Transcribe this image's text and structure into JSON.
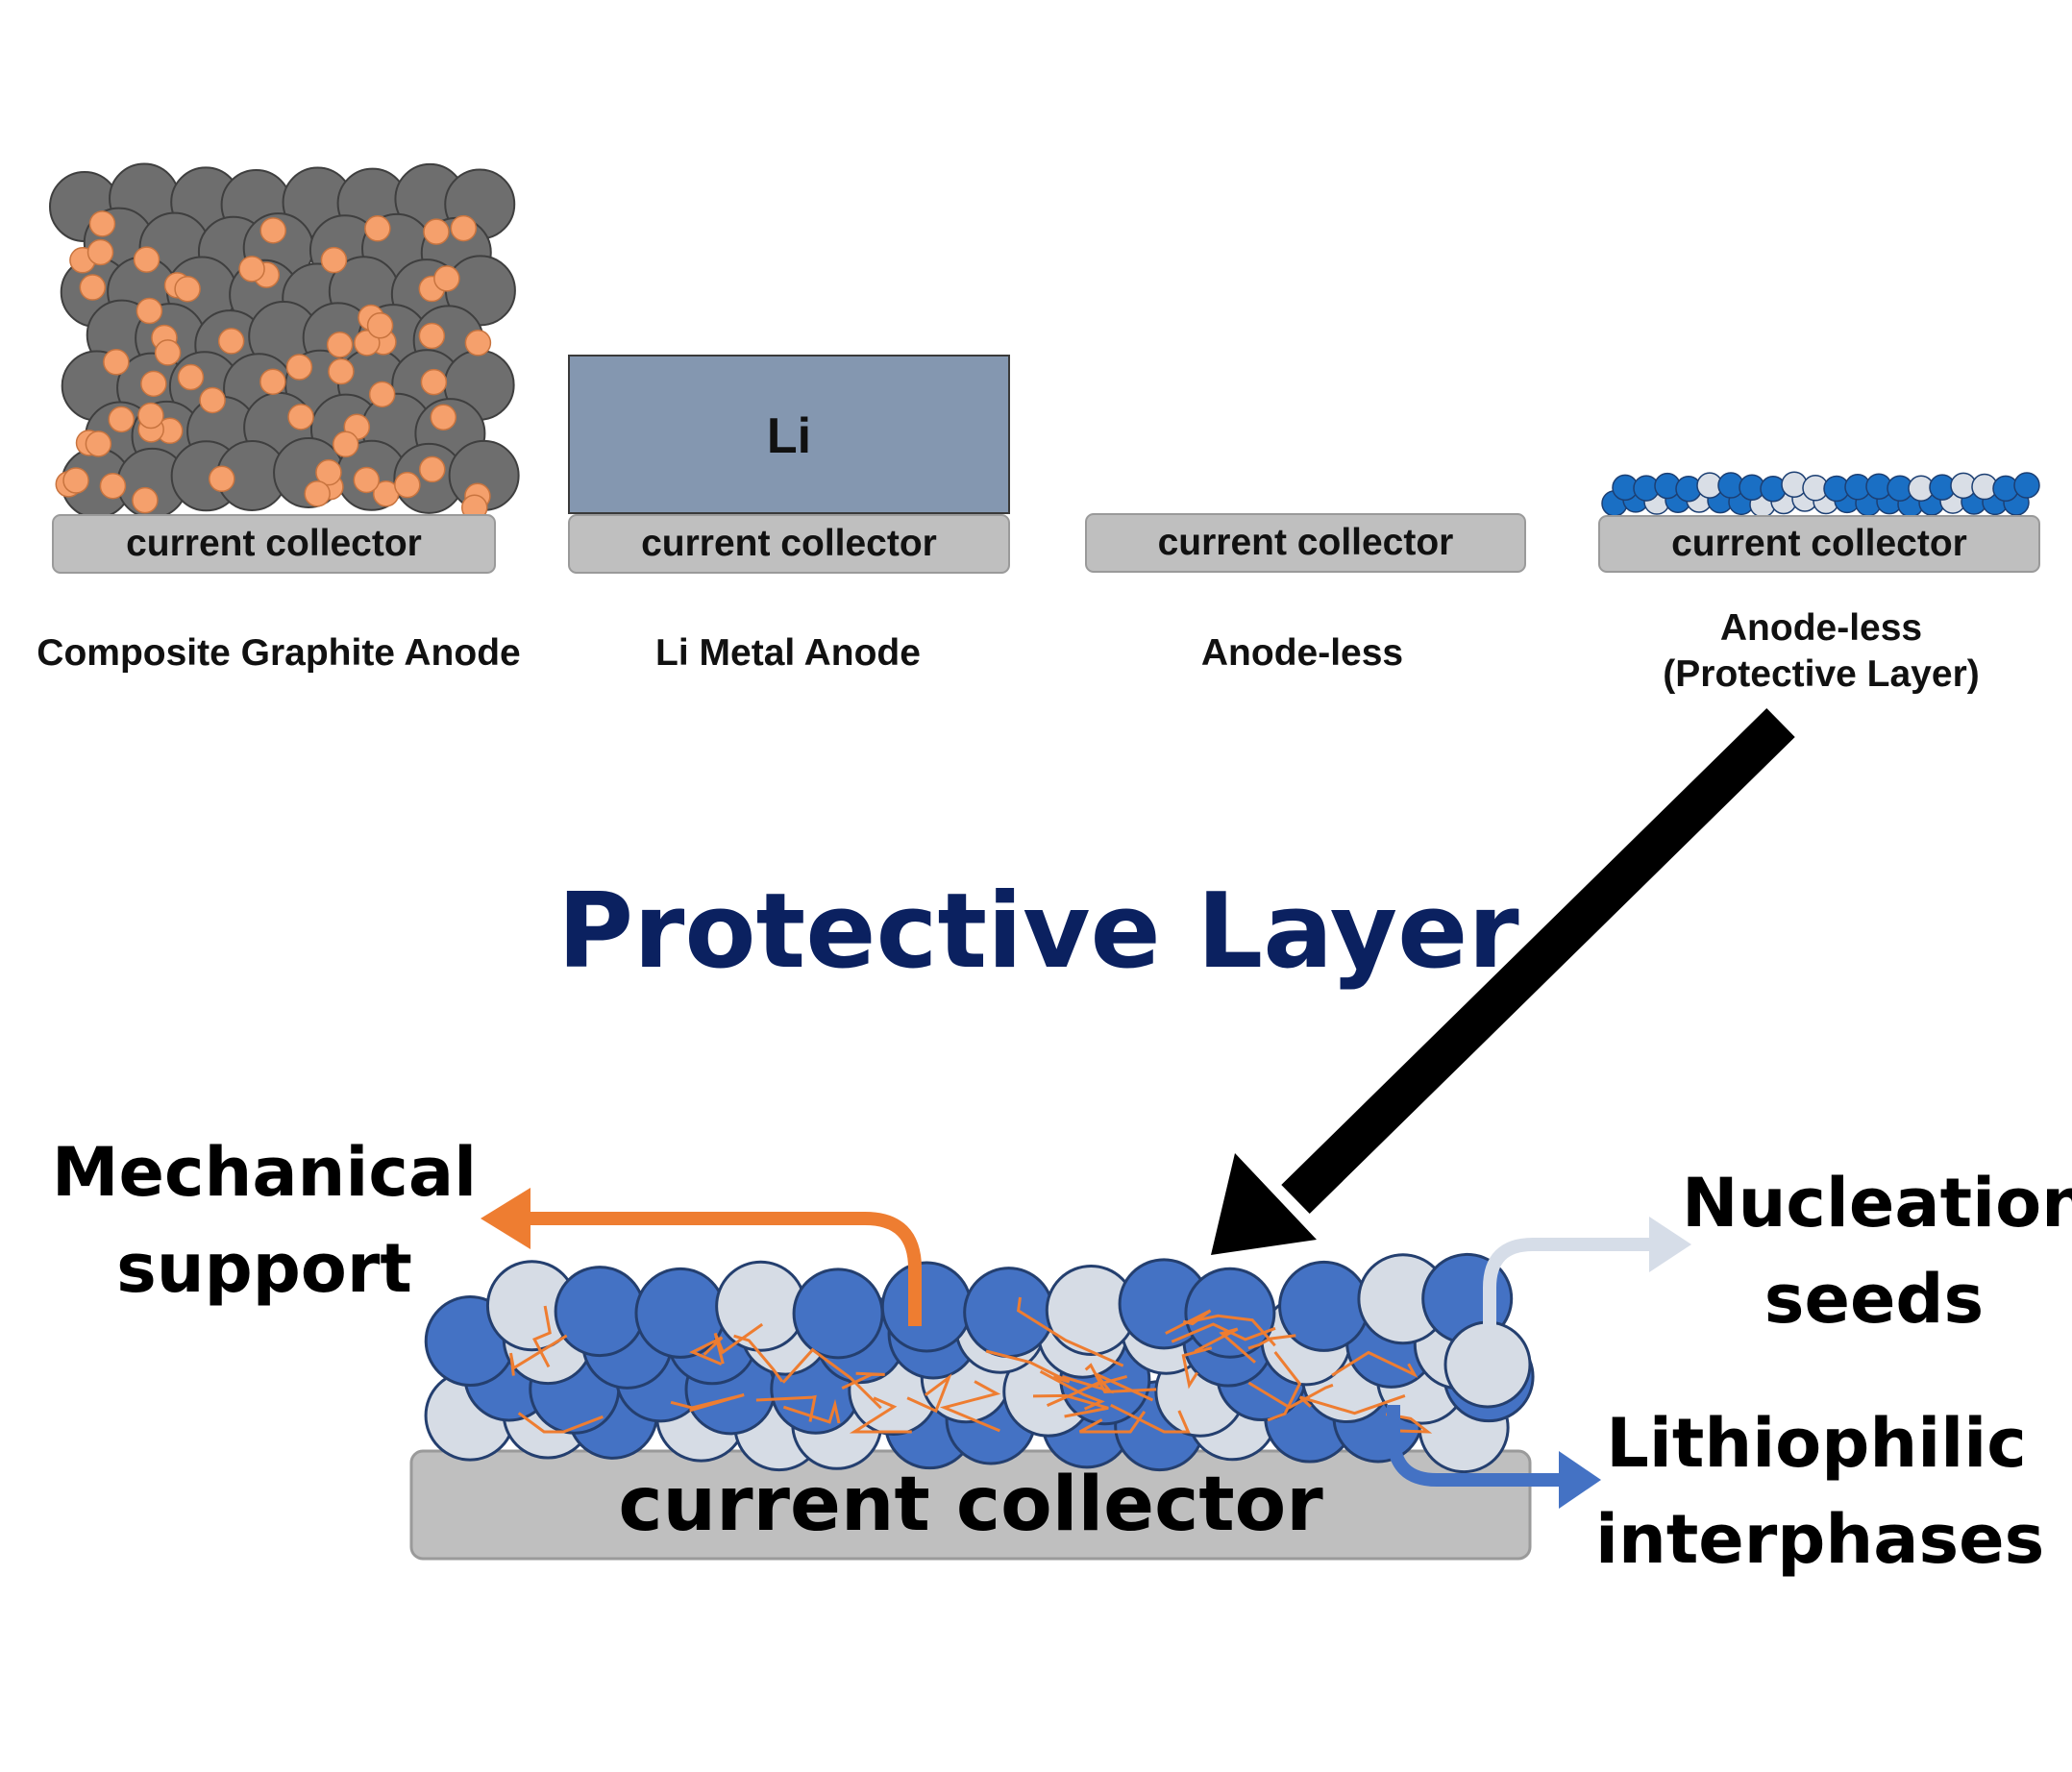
{
  "top_panels": [
    {
      "id": "graphite",
      "collector_label": "current collector",
      "caption_lines": [
        "Composite Graphite Anode"
      ]
    },
    {
      "id": "li-metal",
      "collector_label": "current collector",
      "caption_lines": [
        "Li Metal Anode"
      ],
      "block_label": "Li"
    },
    {
      "id": "anode-less",
      "collector_label": "current collector",
      "caption_lines": [
        "Anode-less"
      ]
    },
    {
      "id": "anode-less-protective",
      "collector_label": "current collector",
      "caption_lines": [
        "Anode-less",
        "(Protective Layer)"
      ]
    }
  ],
  "title": "Protective Layer",
  "bottom": {
    "collector_label": "current collector",
    "callouts": [
      {
        "id": "mechanical",
        "lines": [
          "Mechanical",
          "support"
        ],
        "arrow_color": "#ee7d31"
      },
      {
        "id": "nucleation",
        "lines": [
          "Nucleation",
          "seeds"
        ],
        "arrow_color": "#d6dde8"
      },
      {
        "id": "lithiophilic",
        "lines": [
          "Lithiophilic",
          "interphases"
        ],
        "arrow_color": "#4472c4"
      }
    ]
  },
  "colors": {
    "graphite_particle": "#6e6e6e",
    "li_particle": "#f5a06c",
    "li_metal_block": "#8497b0",
    "collector": "#bfbfbf",
    "blue_particle": "#4472c4",
    "light_particle": "#d6dce5",
    "fiber": "#ee7d31",
    "title": "#0b2160",
    "big_arrow": "#000000"
  }
}
